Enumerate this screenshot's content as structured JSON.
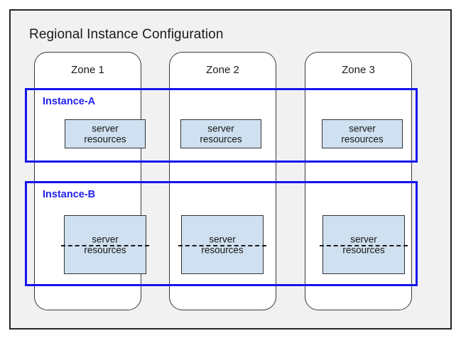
{
  "diagram": {
    "title": "Regional Instance Configuration",
    "zones": [
      {
        "label": "Zone 1"
      },
      {
        "label": "Zone 2"
      },
      {
        "label": "Zone 3"
      }
    ],
    "instances": [
      {
        "label": "Instance-A",
        "style": "solid",
        "resources": [
          {
            "line1": "server",
            "line2": "resources"
          },
          {
            "line1": "server",
            "line2": "resources"
          },
          {
            "line1": "server",
            "line2": "resources"
          }
        ]
      },
      {
        "label": "Instance-B",
        "style": "dashed",
        "resources": [
          {
            "line1": "server",
            "line2": "resources"
          },
          {
            "line1": "server",
            "line2": "resources"
          },
          {
            "line1": "server",
            "line2": "resources"
          }
        ]
      }
    ],
    "colors": {
      "instance_border": "#1414ee",
      "instance_label": "#2222ee",
      "resource_fill": "#cfe0f0",
      "resource_border": "#333333",
      "region_background": "#f1f1f1",
      "region_border": "#262626",
      "zone_background": "#ffffff"
    }
  }
}
